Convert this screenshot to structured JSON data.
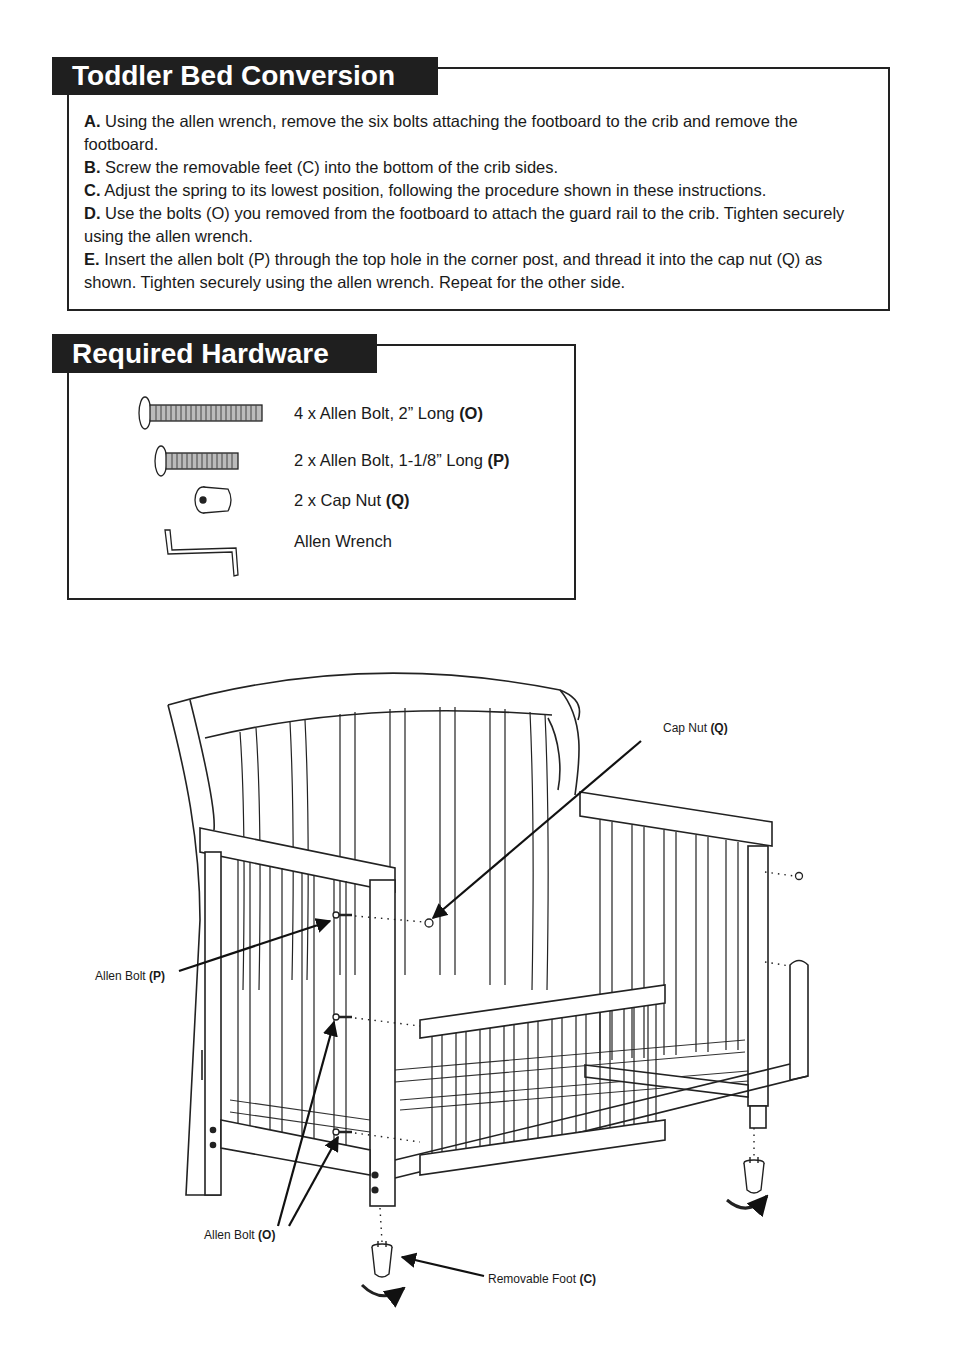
{
  "diagram": {
    "nodes": [
      {
        "text": [
          "Toddler Bed Conversion",
          "A.",
          "Using the allen wrench, remove the six bolts attaching the footboard to the crib and remove the footboard.",
          "B.",
          "Screw the removable feet (C) into the bottom of the crib sides.",
          "C.",
          "Adjust the spring to its lowest position, following the procedure shown in these instructions.",
          "D.",
          "Use the bolts (O) you removed from the footboard to attach the guard rail to the crib. Tighten securely using the allen wrench.",
          "E.",
          "Insert the allen bolt (P) through the top hole in the corner post, and thread it into the cap nut (Q) as shown. Tighten securely using the allen wrench. Repeat for the other side."
        ]
      },
      {
        "text": [
          "Required Hardware",
          "4 x Allen Bolt, 2” Long",
          "(O)",
          "2 x Allen Bolt, 1-1/8” Long",
          "(P)",
          "2 x Cap Nut",
          "(Q)",
          "Allen Wrench"
        ]
      }
    ],
    "labels": [
      "Cap Nut",
      "(Q)",
      "Allen Bolt",
      "(P)",
      "Allen Bolt",
      "(O)",
      "Removable Foot",
      "(C)"
    ]
  }
}
